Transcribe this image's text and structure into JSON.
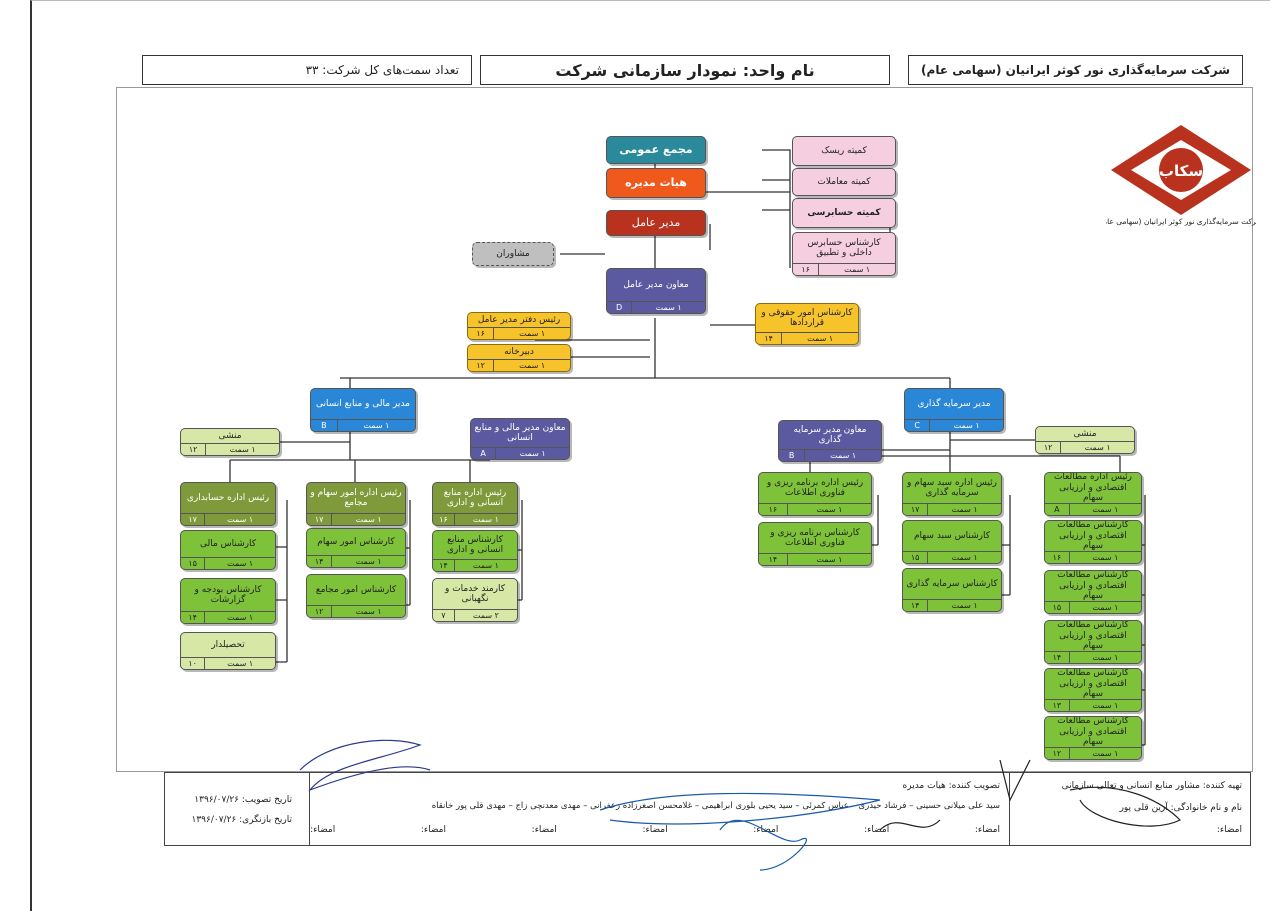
{
  "header": {
    "total_positions": "تعداد سمت‌های کل شرکت: ۳۳",
    "unit_title": "نام واحد: نمودار سازمانی شرکت",
    "company": "شرکت سرمایه‌گذاری نور کوثر ایرانیان (سهامی عام)"
  },
  "logo": {
    "mark": "سکاب",
    "caption": "شرکت سرمایه‌گذاری نور کوثر ایرانیان (سهامی عام)"
  },
  "colors": {
    "general_assembly": "#2a8a9c",
    "board": "#ef5a1c",
    "ceo": "#b8321e",
    "committee": "#f5cfe0",
    "advisor": "#bfbfbf",
    "gold": "#f6c32a",
    "blue": "#2a87d8",
    "purple": "#5b5aa0",
    "olive": "#7e9a3a",
    "green": "#7ec23a",
    "lime": "#d7e8a6"
  },
  "top": {
    "general_assembly": "مجمع عمومی",
    "board": "هیات مدیره",
    "ceo": "مدیر عامل",
    "advisor": "مشاوران"
  },
  "committees": {
    "risk": "کمیته ریسک",
    "deals": "کمیته معاملات",
    "audit": "کمیته حسابرسی",
    "internal_auditor": "کارشناس حسابرس داخلی و تطبیق",
    "internal_auditor_count": "۱ سمت",
    "internal_auditor_code": "۱۶"
  },
  "deputy": {
    "title": "معاون مدیر عامل",
    "count": "۱ سمت",
    "code": "D"
  },
  "ceo_office": {
    "title": "رئیس دفتر مدیر عامل",
    "count": "۱ سمت",
    "code": "۱۶"
  },
  "secretariat": {
    "title": "دبیرخانه",
    "count": "۱ سمت",
    "code": "۱۲"
  },
  "legal": {
    "title": "کارشناس امور حقوقی و قراردادها",
    "count": "۱ سمت",
    "code": "۱۴"
  },
  "finance_mgr": {
    "title": "مدیر مالی و منابع انسانی",
    "count": "۱ سمت",
    "code": "B"
  },
  "finance_secretary": {
    "title": "منشی",
    "count": "۱ سمت",
    "code": "۱۲"
  },
  "finance_deputy": {
    "title": "معاون مدیر مالی و منابع انسانی",
    "count": "۱ سمت",
    "code": "A"
  },
  "invest_mgr": {
    "title": "مدیر سرمایه گذاری",
    "count": "۱ سمت",
    "code": "C"
  },
  "invest_secretary": {
    "title": "منشی",
    "count": "۱ سمت",
    "code": "۱۲"
  },
  "invest_deputy": {
    "title": "معاون مدیر سرمایه گذاری",
    "count": "۱ سمت",
    "code": "B"
  },
  "accounting_head": {
    "title": "رئیس اداره حسابداری",
    "count": "۱ سمت",
    "code": "۱۷"
  },
  "financial_expert": {
    "title": "کارشناس مالی",
    "count": "۱ سمت",
    "code": "۱۵"
  },
  "budget_expert": {
    "title": "کارشناس بودجه و گزارشات",
    "count": "۱ سمت",
    "code": "۱۴"
  },
  "collector": {
    "title": "تحصیلدار",
    "count": "۱ سمت",
    "code": "۱۰"
  },
  "shares_head": {
    "title": "رئیس اداره امور سهام و مجامع",
    "count": "۱ سمت",
    "code": "۱۷"
  },
  "shares_expert": {
    "title": "کارشناس امور سهام",
    "count": "۱ سمت",
    "code": "۱۴"
  },
  "assembly_expert": {
    "title": "کارشناس امور مجامع",
    "count": "۱ سمت",
    "code": "۱۲"
  },
  "hr_head": {
    "title": "رئیس اداره منابع انسانی و اداری",
    "count": "۱ سمت",
    "code": "۱۶"
  },
  "hr_expert": {
    "title": "کارشناس منابع انسانی و اداری",
    "count": "۱ سمت",
    "code": "۱۴"
  },
  "services_staff": {
    "title": "کارمند خدمات و نگهبانی",
    "count": "۲ سمت",
    "code": "۷"
  },
  "planning_head": {
    "title": "رئیس اداره برنامه ریزی و فناوری اطلاعات",
    "count": "۱ سمت",
    "code": "۱۶"
  },
  "planning_expert": {
    "title": "کارشناس برنامه ریزی و فناوری اطلاعات",
    "count": "۱ سمت",
    "code": "۱۴"
  },
  "portfolio_head": {
    "title": "رئیس اداره سبد سهام و سرمایه گذاری",
    "count": "۱ سمت",
    "code": "۱۷"
  },
  "portfolio_expert": {
    "title": "کارشناس سبد سهام",
    "count": "۱ سمت",
    "code": "۱۵"
  },
  "investment_expert": {
    "title": "کارشناس سرمایه گذاری",
    "count": "۱ سمت",
    "code": "۱۴"
  },
  "research_head": {
    "title": "رئیس اداره مطالعات اقتصادی و ارزیابی سهام",
    "count": "۱ سمت",
    "code": "A"
  },
  "research_experts": [
    {
      "title": "کارشناس مطالعات اقتصادی و ارزیابی سهام",
      "count": "۱ سمت",
      "code": "۱۶"
    },
    {
      "title": "کارشناس مطالعات اقتصادی و ارزیابی سهام",
      "count": "۱ سمت",
      "code": "۱۵"
    },
    {
      "title": "کارشناس مطالعات اقتصادی و ارزیابی سهام",
      "count": "۱ سمت",
      "code": "۱۴"
    },
    {
      "title": "کارشناس مطالعات اقتصادی و ارزیابی سهام",
      "count": "۱ سمت",
      "code": "۱۳"
    },
    {
      "title": "کارشناس مطالعات اقتصادی و ارزیابی سهام",
      "count": "۱ سمت",
      "code": "۱۲"
    }
  ],
  "footer": {
    "prepared_by": "تهیه کننده: مشاور منابع انسانی و تعالی سازمانی",
    "prepared_name": "نام و نام خانوادگی: آرین قلی پور",
    "prepared_sign": "امضاء:",
    "approved_by": "تصویب کننده: هیات مدیره",
    "members": "سید علی میلانی حسینی – فرشاد حیدری – عباس کمرئی – سید یحیی بلوری ابراهیمی – غلامحسن اصغرزاده زعفرانی – مهدی معدنچی زاج – مهدی قلی پور خانقاه",
    "sign_labels": [
      "امضاء:",
      "امضاء:",
      "امضاء:",
      "امضاء:",
      "امضاء:",
      "امضاء:",
      "امضاء:"
    ],
    "approval_date": "تاریخ تصویب: ۱۳۹۶/۰۷/۲۶",
    "review_date": "تاریخ بازنگری: ۱۳۹۶/۰۷/۲۶"
  }
}
